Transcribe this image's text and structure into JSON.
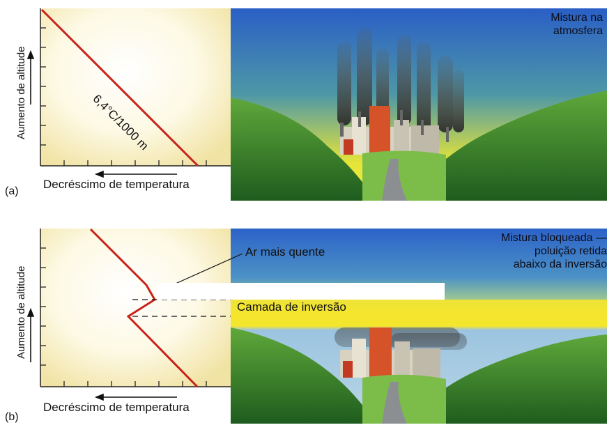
{
  "panel_a": {
    "letter": "(a)",
    "y_axis_label": "Aumento de altitude",
    "x_axis_label": "Decréscimo de temperatura",
    "lapse_rate_label": "6,4°C/1000 m",
    "scene_caption_line1": "Mistura na",
    "scene_caption_line2": "atmosfera"
  },
  "panel_b": {
    "letter": "(b)",
    "y_axis_label": "Aumento de altitude",
    "x_axis_label": "Decréscimo de temperatura",
    "warm_air_label": "Ar mais quente",
    "inversion_layer_label": "Camada de inversão",
    "scene_caption_line1": "Mistura bloqueada —",
    "scene_caption_line2": "poluição retida",
    "scene_caption_line3": "abaixo da inversão"
  },
  "colors": {
    "graph_background": "#f8f1c8",
    "profile_line": "#c8221a",
    "sky_top": "#2a62c9",
    "sky_bottom": "#f1e83a",
    "inversion_layer": "#f6e62c",
    "hills": "#3c8a2c"
  }
}
